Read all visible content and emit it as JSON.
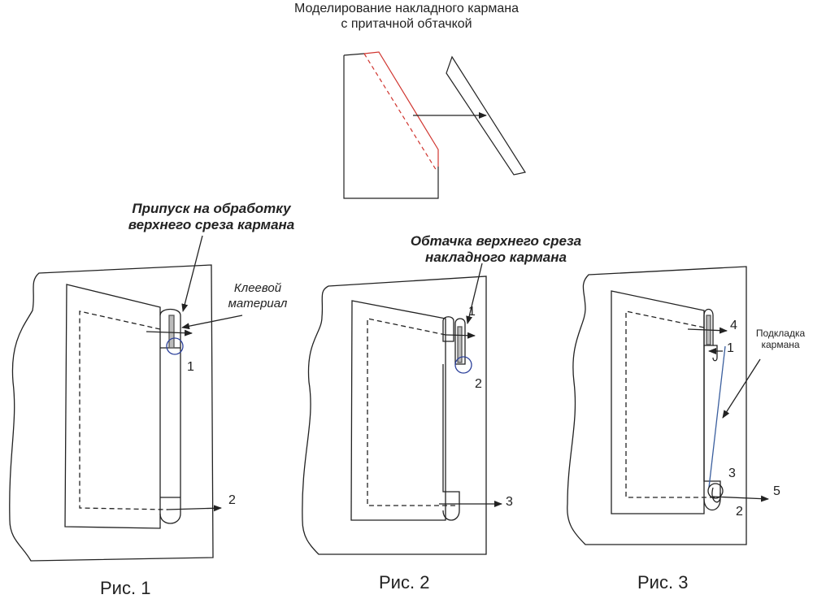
{
  "title": {
    "line1": "Моделирование накладного кармана",
    "line2": "с притачной обтачкой"
  },
  "fig1": {
    "callout_line1": "Припуск на обработку",
    "callout_line2": "верхнего среза кармана",
    "glue_line1": "Клеевой",
    "glue_line2": "материал",
    "n1": "1",
    "n2": "2",
    "caption": "Рис. 1"
  },
  "fig2": {
    "callout_line1": "Обтачка верхнего среза",
    "callout_line2": "накладного кармана",
    "n1": "1",
    "n2": "2",
    "n3": "3",
    "caption": "Рис. 2"
  },
  "fig3": {
    "lining_line1": "Подкладка",
    "lining_line2": "кармана",
    "n1": "1",
    "n2": "2",
    "n3": "3",
    "n4": "4",
    "n5": "5",
    "caption": "Рис. 3"
  },
  "colors": {
    "line": "#222222",
    "cut_line": "#d0352f",
    "circle": "#2a3f9a",
    "lining": "#3b5f9e"
  }
}
